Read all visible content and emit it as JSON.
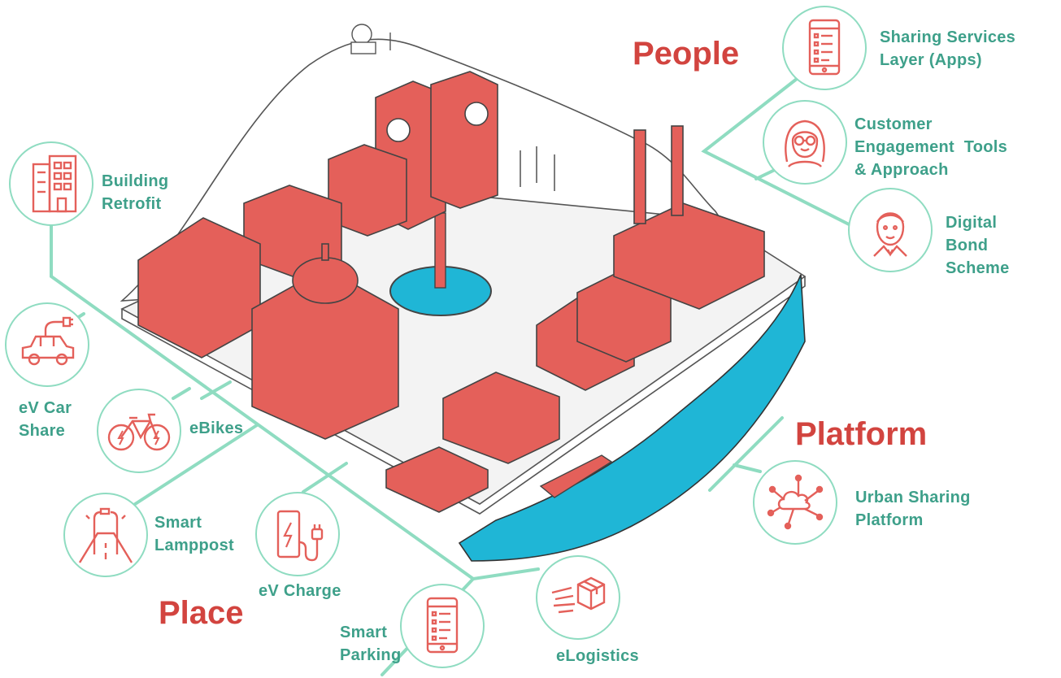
{
  "headings": {
    "people": "People",
    "platform": "Platform",
    "place": "Place"
  },
  "people_items": [
    {
      "label": "Sharing Services\nLayer (Apps)",
      "icon": "phone-app-icon"
    },
    {
      "label": "Customer\nEngagement  Tools\n& Approach",
      "icon": "woman-face-icon"
    },
    {
      "label": "Digital\nBond\nScheme",
      "icon": "man-face-icon"
    }
  ],
  "platform_items": [
    {
      "label": "Urban Sharing\nPlatform",
      "icon": "cloud-network-icon"
    }
  ],
  "place_items": [
    {
      "label": "Building\nRetrofit",
      "icon": "building-icon"
    },
    {
      "label": "eV Car\nShare",
      "icon": "electric-car-icon"
    },
    {
      "label": "eBikes",
      "icon": "ebike-icon"
    },
    {
      "label": "Smart\nLamppost",
      "icon": "lamppost-icon"
    },
    {
      "label": "eV Charge",
      "icon": "ev-charger-icon"
    },
    {
      "label": "Smart\nParking",
      "icon": "parking-app-icon"
    },
    {
      "label": "eLogistics",
      "icon": "parcel-icon"
    }
  ],
  "colors": {
    "accent_red": "#d2443f",
    "teal_text": "#3ea08a",
    "connector": "#8fdcc1",
    "river": "#1fb6d6"
  }
}
